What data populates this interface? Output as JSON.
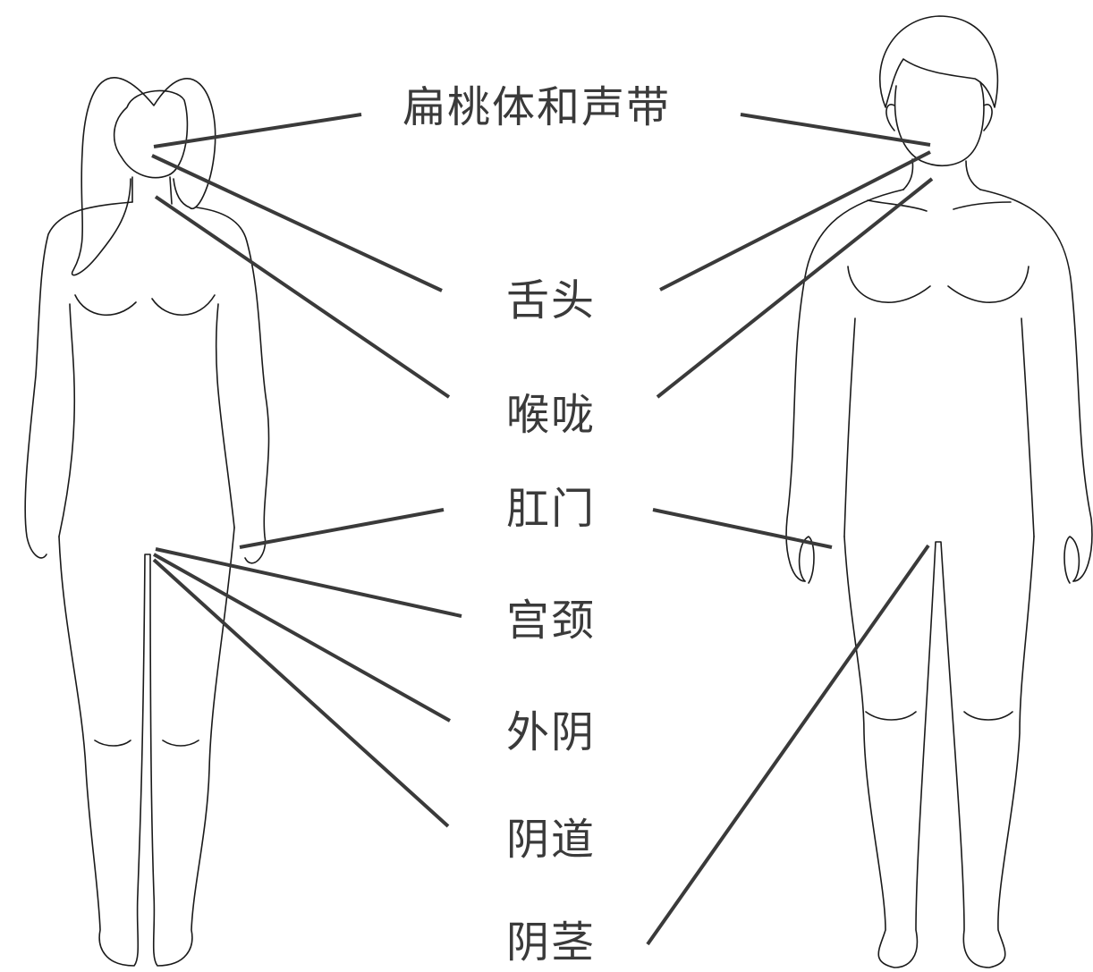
{
  "labels": {
    "tonsils_vocal_cords": "扁桃体和声带",
    "tongue": "舌头",
    "throat": "喉咙",
    "anus": "肛门",
    "cervix": "宫颈",
    "vulva": "外阴",
    "vagina": "阴道",
    "penis": "阴茎"
  }
}
